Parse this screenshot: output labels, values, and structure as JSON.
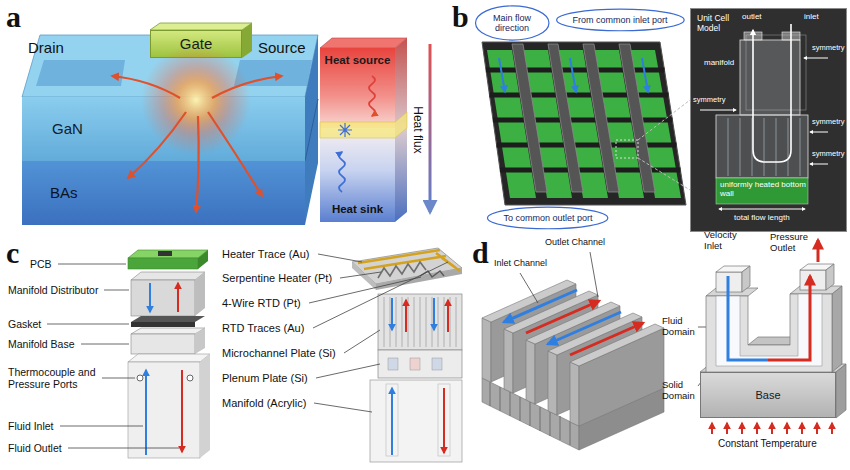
{
  "diagram": {
    "nodes": [
      {
        "text": [
          "Gate"
        ]
      },
      {
        "text": [
          "GaN"
        ]
      },
      {
        "text": [
          "BAs"
        ]
      },
      {
        "text": [
          "Heat source"
        ]
      },
      {
        "text": [
          "Heat sink"
        ]
      },
      {
        "text": [
          "Main flow direction"
        ]
      },
      {
        "text": [
          "From common inlet port"
        ]
      },
      {
        "text": [
          "To common outlet port"
        ]
      },
      {
        "text": [
          "Unit Cell Model"
        ]
      },
      {
        "text": [
          "Base"
        ]
      }
    ],
    "labels": [
      "a",
      "Drain",
      "Source",
      "Heat flux",
      "b",
      "outlet",
      "manifold",
      "inlet",
      "symmetry",
      "symmetry",
      "symmetry",
      "symmetry",
      "uniformly heated bottom wall",
      "total flow length",
      "c",
      "PCB",
      "Manifold Distributor",
      "Gasket",
      "Manifold Base",
      "Thermocouple and Pressure Ports",
      "Fluid Inlet",
      "Fluid Outlet",
      "Heater Trace (Au)",
      "Serpentine Heater (Pt)",
      "4-Wire RTD (Pt)",
      "RTD Traces (Au)",
      "Microchannel Plate (Si)",
      "Plenum Plate (Si)",
      "Manifold (Acrylic)",
      "d",
      "Outlet Channel",
      "Inlet Channel",
      "Velocity Inlet",
      "Pressure Outlet",
      "Fluid Domain",
      "Solid Domain",
      "Constant Temperature"
    ]
  }
}
